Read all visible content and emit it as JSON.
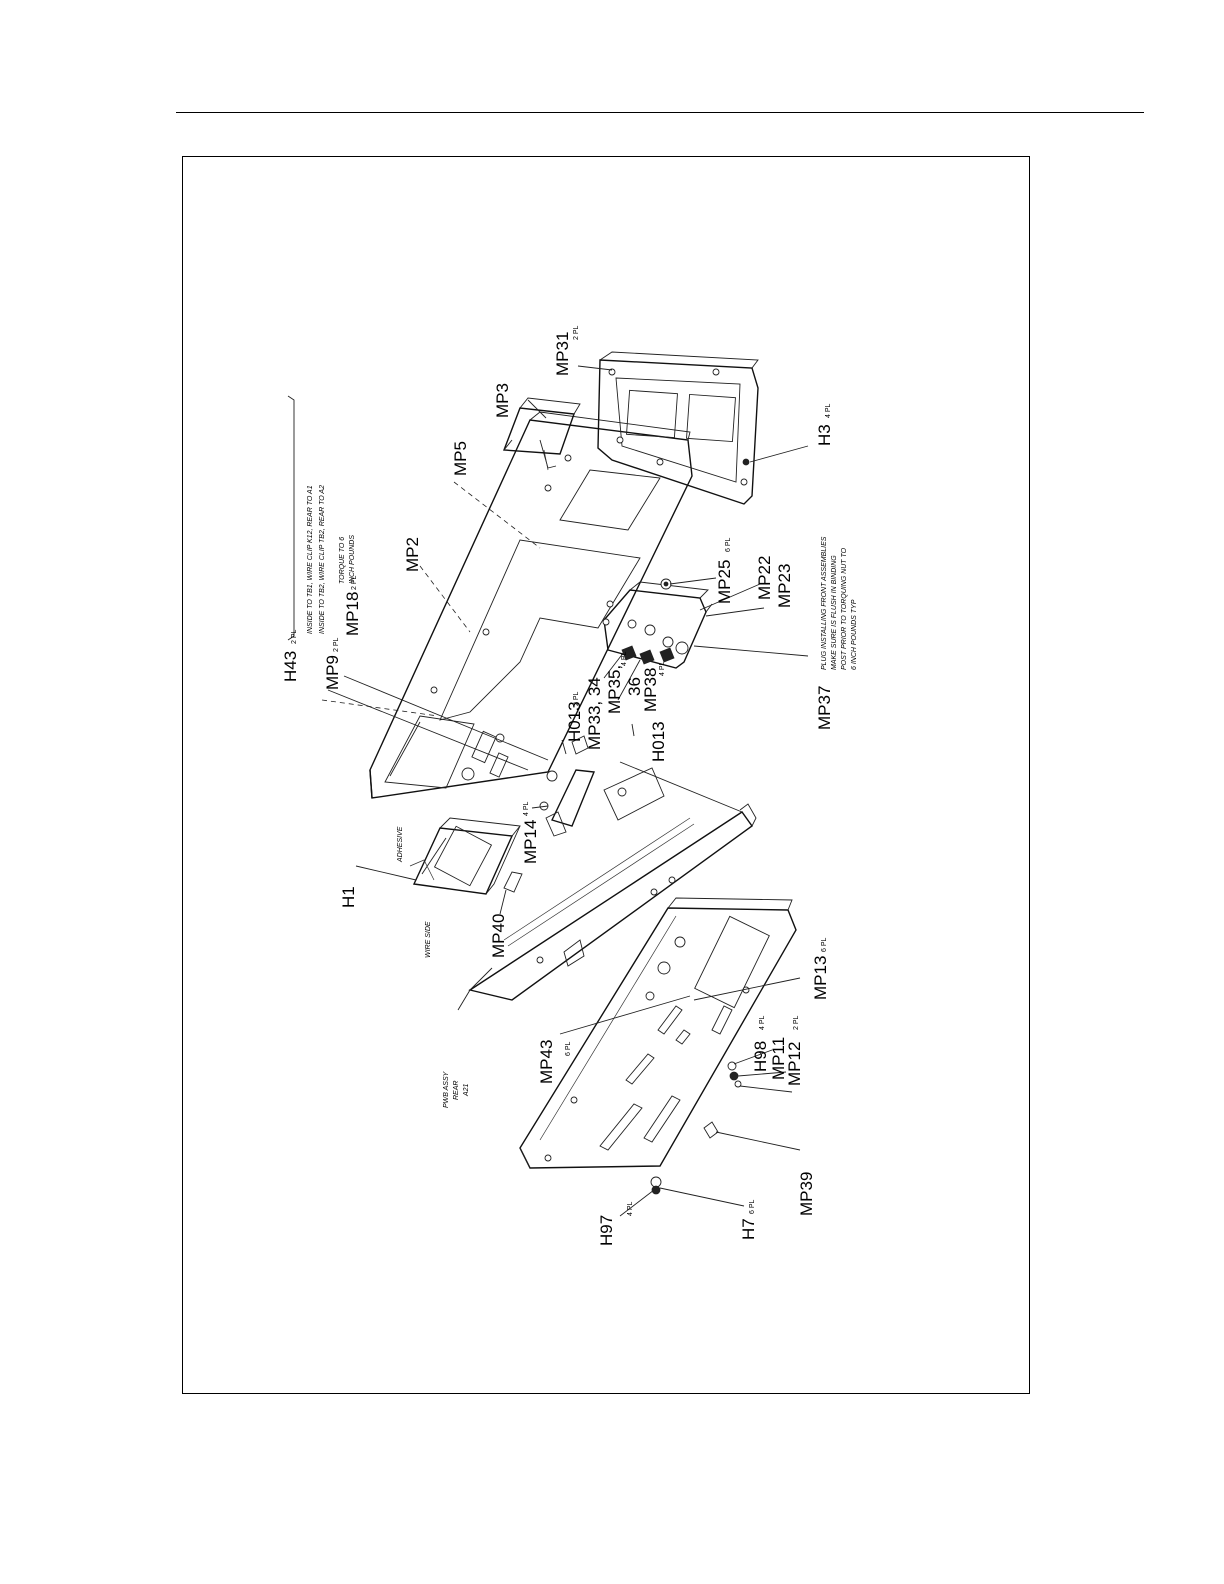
{
  "labels": {
    "mp31": "MP31",
    "mp31_qty": "2 PL",
    "mp3": "MP3",
    "mp5": "MP5",
    "h3": "H3",
    "h3_qty": "4 PL",
    "mp2": "MP2",
    "mp18": "MP18",
    "mp18_qty": "2 PL",
    "mp9": "MP9",
    "mp9_qty": "2 PL",
    "h43": "H43",
    "h43_qty": "2 PL",
    "note_top_1": "INSIDE TO TB1, WIRE CLIP K12, REAR TO A1",
    "note_top_2": "INSIDE TO TB2, WIRE CLIP TB2, REAR TO A2",
    "note_torque_1": "TORQUE TO 6",
    "note_torque_2": "INCH POUNDS",
    "mp25": "MP25",
    "mp25_qty": "6 PL",
    "mp22": "MP22",
    "mp23": "MP23",
    "note_right_1": "PLUG INSTALLING FRONT ASSEMBLIES",
    "note_right_2": "MAKE SURE IS FLUSH IN BINDING",
    "note_right_3": "POST PRIOR TO TORQUING NUT TO",
    "note_right_4": "6 INCH POUNDS TYP",
    "mp37": "MP37",
    "mp38": "MP38",
    "mp38_qty": "4 PL",
    "mp35_36": "MP35,",
    "mp35_qty": "4 PL",
    "mp36": "36",
    "mp33_34": "MP33, 34",
    "h013_a": "H013",
    "h013_a_qty": "2 PL",
    "h013_b": "H013",
    "mp14": "MP14",
    "mp14_qty": "4 PL",
    "h1": "H1",
    "note_h1_top": "ADHESIVE",
    "note_h1_bottom": "WIRE SIDE",
    "mp40": "MP40",
    "note_pwb_1": "PWB ASSY",
    "note_pwb_2": "REAR",
    "note_pwb_3": "A21",
    "mp43": "MP43",
    "mp43_qty": "6 PL",
    "mp13": "MP13",
    "mp13_qty": "6 PL",
    "h98": "H98",
    "h98_qty": "4 PL",
    "mp11": "MP11",
    "mp12": "MP12",
    "mp12_qty": "2 PL",
    "h97": "H97",
    "h97_qty": "4 PL",
    "h7": "H7",
    "h7_qty": "6 PL",
    "mp39": "MP39"
  }
}
